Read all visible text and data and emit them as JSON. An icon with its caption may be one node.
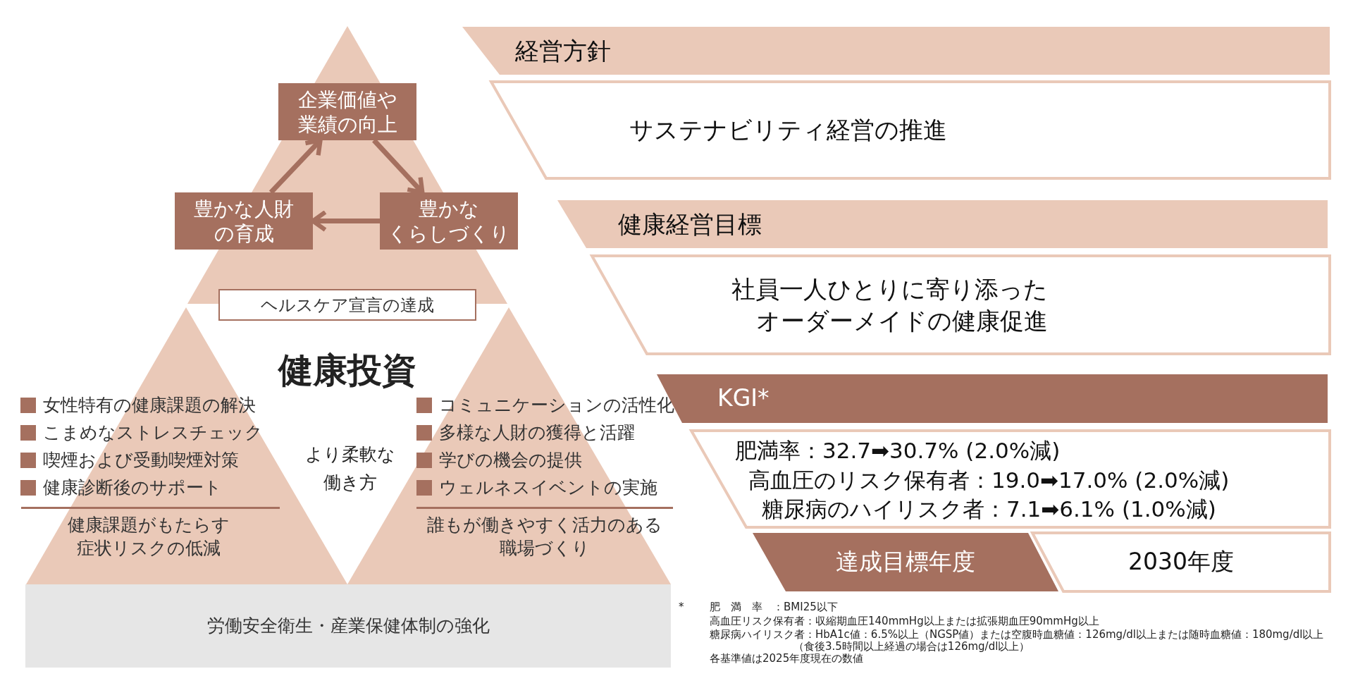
{
  "diagram": {
    "nodes": [
      {
        "text": [
          "企業価値や業績の向上"
        ]
      },
      {
        "text": [
          "豊かな人財の育成"
        ]
      },
      {
        "text": [
          "豊かなくらしづくり"
        ]
      },
      {
        "text": [
          "ヘルスケア宣言の達成"
        ]
      },
      {
        "text": [
          "女性特有の健康課題の解決",
          "こまめなストレスチェック",
          "喫煙および受動喫煙対策",
          "健康診断後のサポート",
          "健康課題がもたらす症状リスクの低減"
        ]
      },
      {
        "text": [
          "コミュニケーションの活性化",
          "多様な人財の獲得と活躍",
          "学びの機会の提供",
          "ウェルネスイベントの実施",
          "誰もが働きやすく活力のある職場づくり"
        ]
      },
      {
        "text": [
          "労働安全衛生・産業保健体制の強化"
        ]
      },
      {
        "text": [
          "経営方針"
        ]
      },
      {
        "text": [
          "サステナビリティ経営の推進"
        ]
      },
      {
        "text": [
          "健康経営目標"
        ]
      },
      {
        "text": [
          "社員一人ひとりに寄り添ったオーダーメイドの健康促進"
        ]
      },
      {
        "text": [
          "KGI*"
        ]
      },
      {
        "text": [
          "肥満率：32.7➡30.7% (2.0%減)",
          "高血圧のリスク保有者：19.0➡17.0% (2.0%減)",
          "糖尿病のハイリスク者：7.1➡6.1% (1.0%減)"
        ]
      },
      {
        "text": [
          "達成目標年度"
        ]
      },
      {
        "text": [
          "2030年度"
        ]
      }
    ],
    "edges": [
      {
        "from": 1,
        "to": 0,
        "arrow": "to"
      },
      {
        "from": 0,
        "to": 2,
        "arrow": "to"
      },
      {
        "from": 2,
        "to": 1,
        "arrow": "to"
      }
    ],
    "labels": [
      "健康投資",
      "より柔軟な働き方",
      "*",
      "肥　満　率　：BMI25以下",
      "高血圧リスク保有者：収縮期血圧140mmHg以上または拡張期血圧90mmHg以上",
      "糖尿病ハイリスク者：HbA1c値：6.5%以上（NGSP値）または空腹時血糖値：126mg/dl以上または随時血糖値：180mg/dl以上",
      "（食後3.5時間以上経過の場合は126mg/dl以上）",
      "各基準値は2025年度現在の数値"
    ]
  }
}
